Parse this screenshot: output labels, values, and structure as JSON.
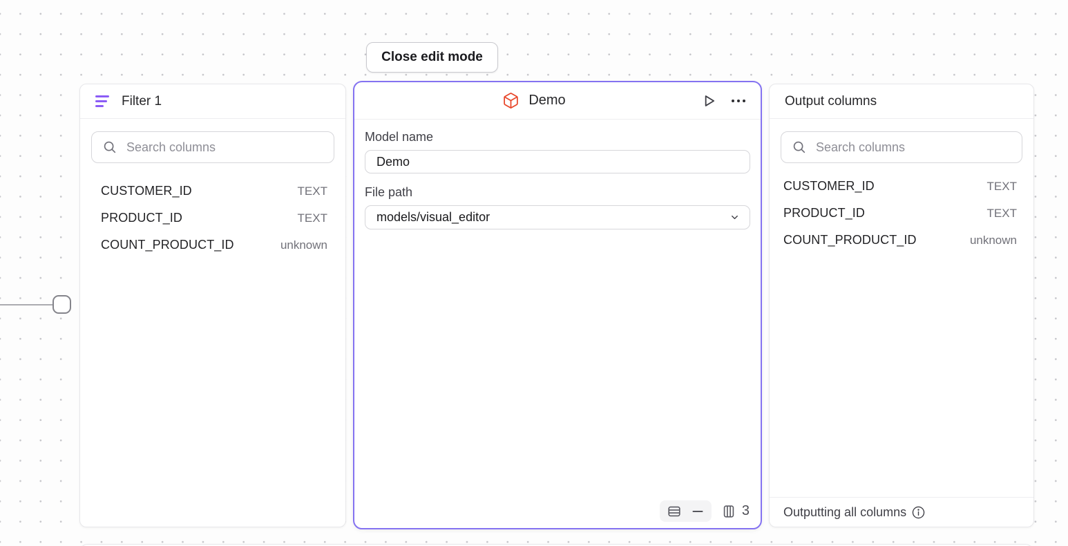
{
  "toolbar": {
    "close_button_label": "Close edit mode"
  },
  "filter_panel": {
    "title": "Filter 1",
    "search_placeholder": "Search columns",
    "columns": [
      {
        "name": "CUSTOMER_ID",
        "type": "TEXT"
      },
      {
        "name": "PRODUCT_ID",
        "type": "TEXT"
      },
      {
        "name": "COUNT_PRODUCT_ID",
        "type": "unknown"
      }
    ]
  },
  "model_panel": {
    "title": "Demo",
    "model_name_label": "Model name",
    "model_name_value": "Demo",
    "file_path_label": "File path",
    "file_path_value": "models/visual_editor",
    "column_count": "3"
  },
  "output_panel": {
    "title": "Output columns",
    "search_placeholder": "Search columns",
    "columns": [
      {
        "name": "CUSTOMER_ID",
        "type": "TEXT"
      },
      {
        "name": "PRODUCT_ID",
        "type": "TEXT"
      },
      {
        "name": "COUNT_PRODUCT_ID",
        "type": "unknown"
      }
    ],
    "footer_label": "Outputting all columns"
  },
  "colors": {
    "selection_purple": "#8472f1",
    "filter_icon_purple": "#8b5cf6",
    "model_icon_orange": "#e8472b"
  }
}
